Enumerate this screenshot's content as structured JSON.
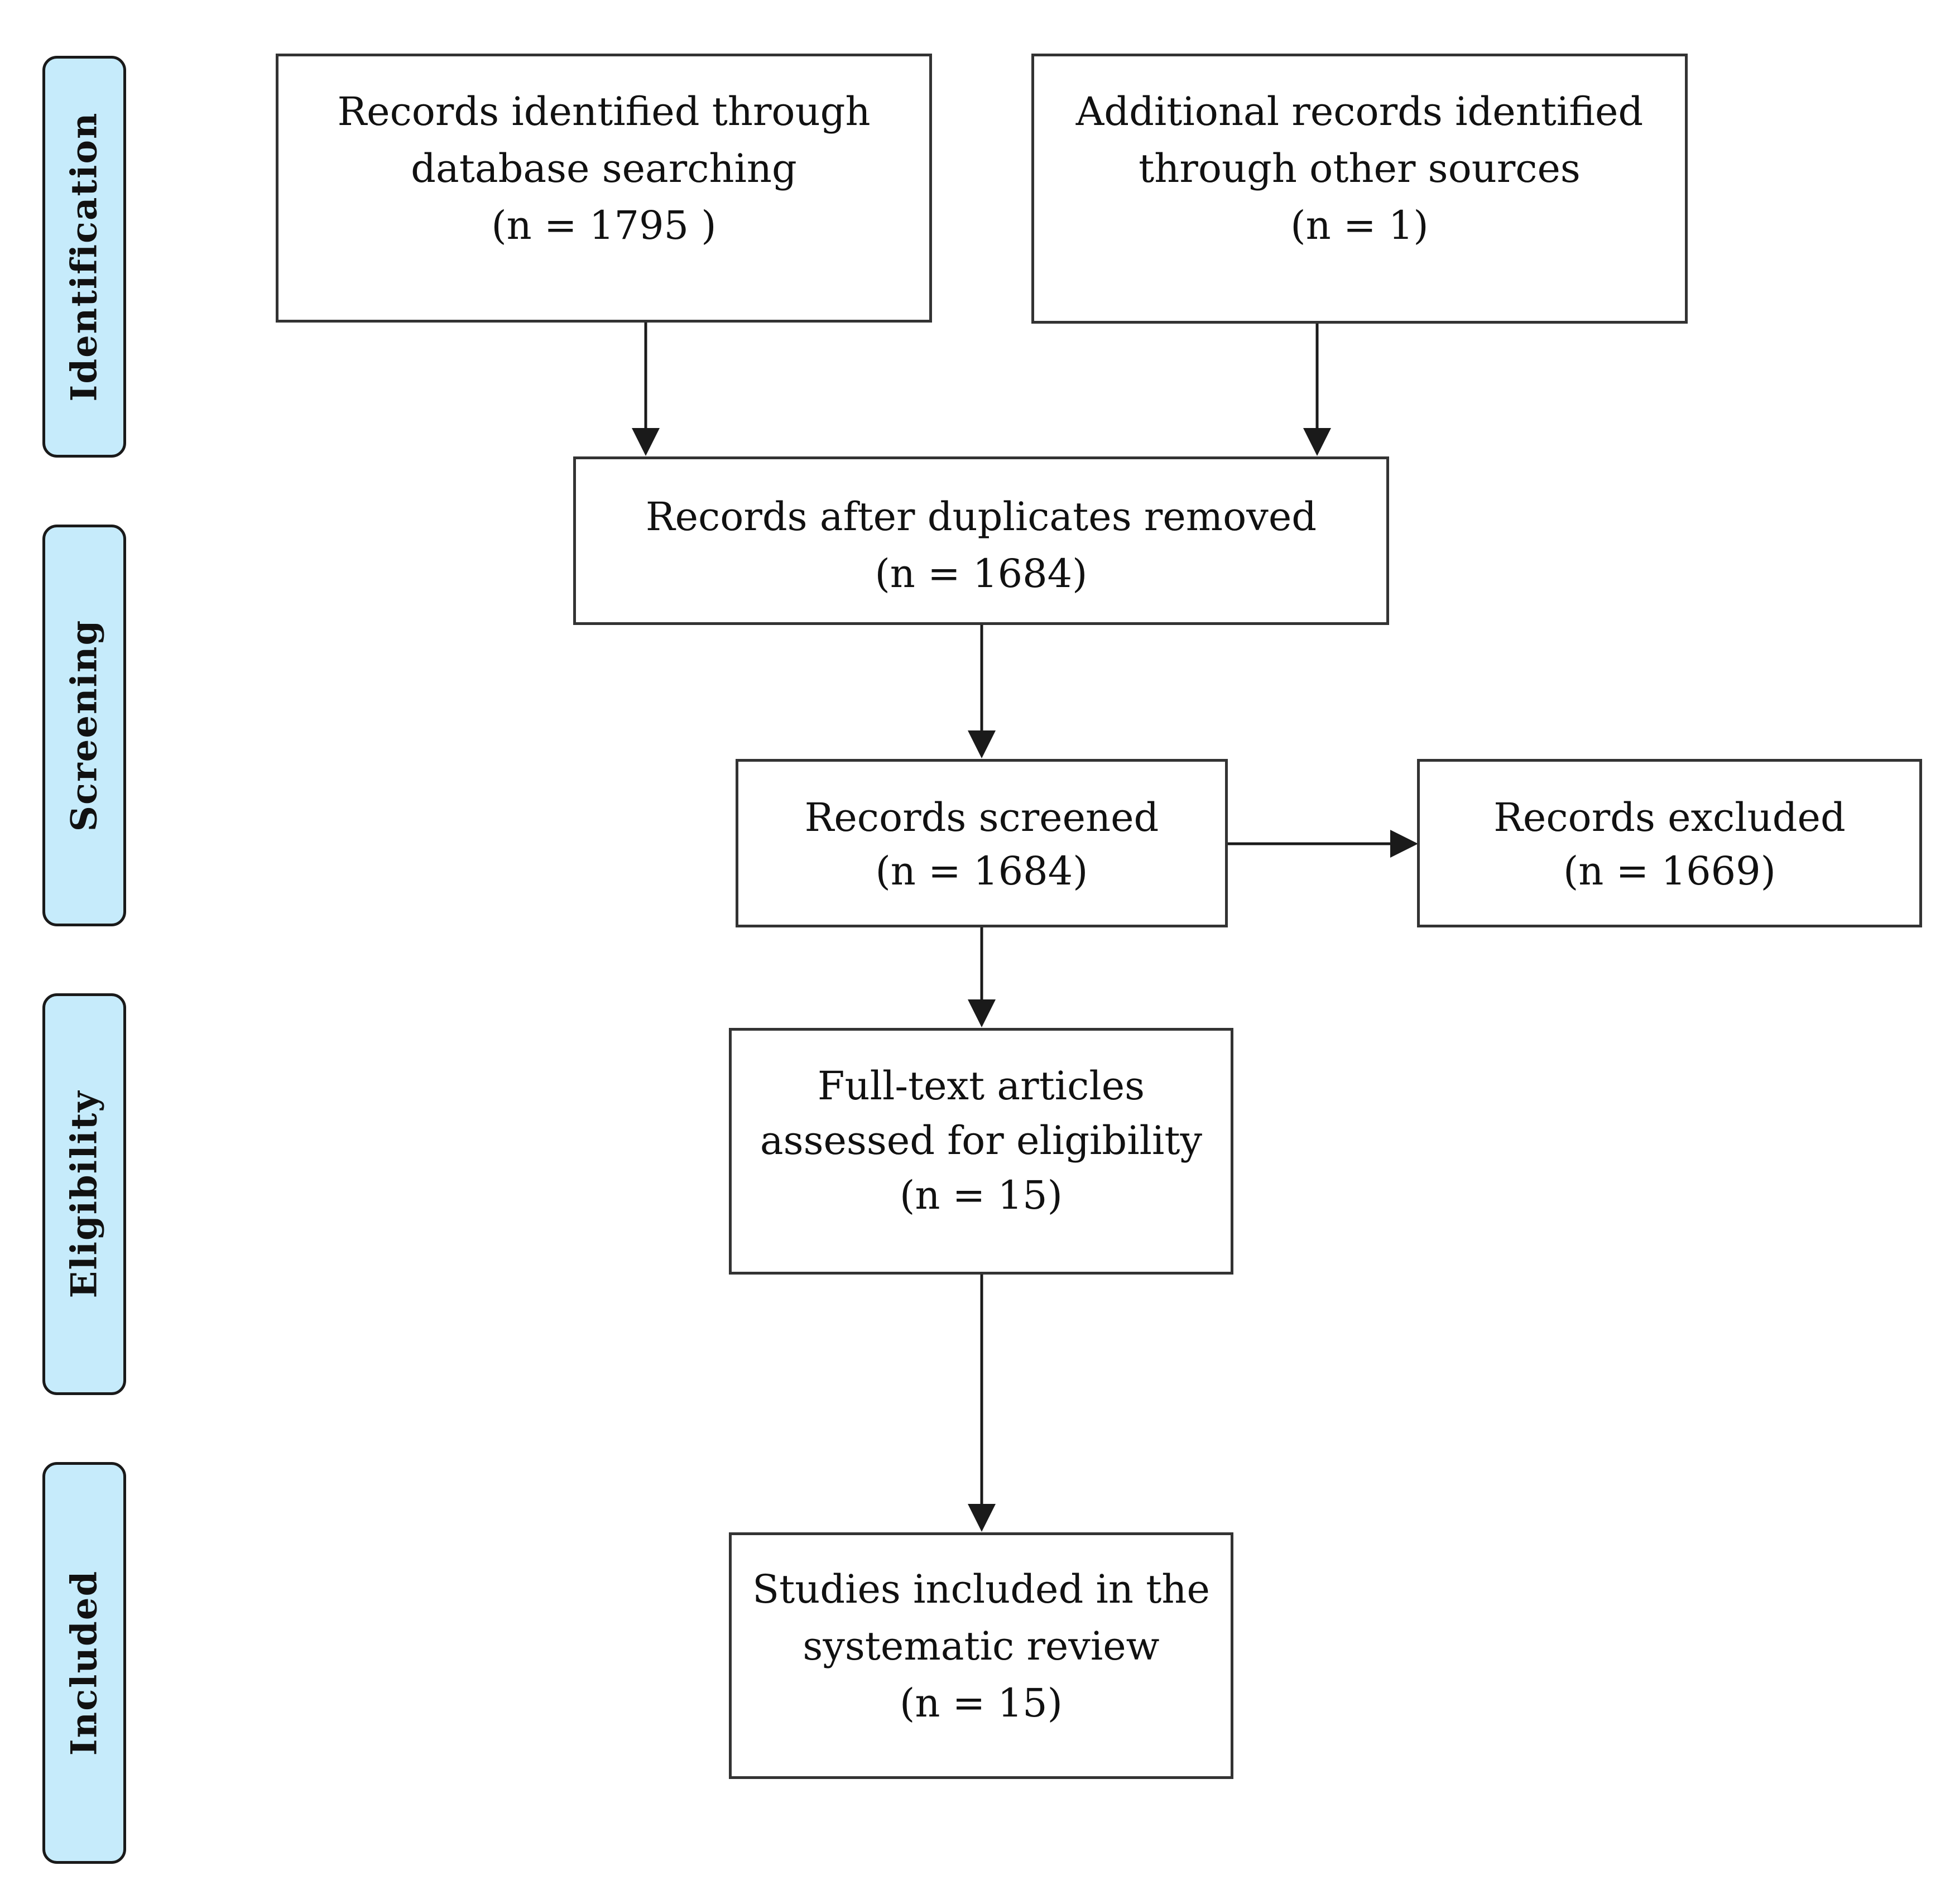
{
  "stages": {
    "identification": "Identification",
    "screening": "Screening",
    "eligibility": "Eligibility",
    "included": "Included"
  },
  "boxes": {
    "database_search": {
      "line1": "Records identified through",
      "line2": "database searching",
      "line3": "(n = 1795 )"
    },
    "other_sources": {
      "line1": "Additional records identified",
      "line2": "through other sources",
      "line3": "(n = 1)"
    },
    "duplicates_removed": {
      "line1": "Records after duplicates removed",
      "line2": "(n = 1684)"
    },
    "screened": {
      "line1": "Records screened",
      "line2": "(n = 1684)"
    },
    "excluded": {
      "line1": "Records excluded",
      "line2": "(n = 1669)"
    },
    "full_text": {
      "line1": "Full-text articles",
      "line2": "assessed for eligibility",
      "line3": "(n = 15)"
    },
    "included": {
      "line1": "Studies included in the",
      "line2": "systematic review",
      "line3": "(n = 15)"
    }
  },
  "colors": {
    "stage_fill": "#c6ebfb",
    "stage_border": "#1a1a1a",
    "box_border": "#333333",
    "arrow": "#1a1a1a"
  }
}
